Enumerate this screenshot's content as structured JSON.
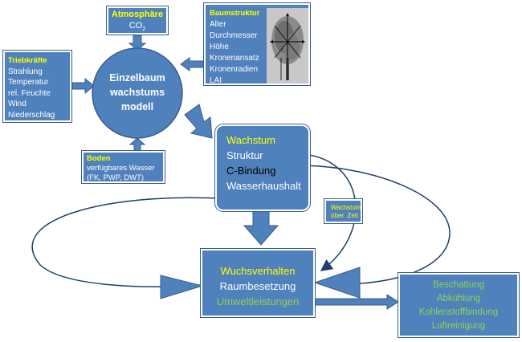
{
  "colors": {
    "box_fill": "#4f81bd",
    "box_border": "#385d8a",
    "header_yellow": "#ffff00",
    "green_text": "#92d050",
    "white_text": "#ffffff",
    "arrow_fill": "#4f81bd",
    "line": "#1f3f6e"
  },
  "atmosphere": {
    "title": "Atmosphäre",
    "co2_main": "CO",
    "co2_sub": "2"
  },
  "tree_structure": {
    "title": "Baumstruktur",
    "items": [
      "Alter",
      "Durchmesser",
      "Höhe",
      "Kronenansatz",
      "Kronenradien",
      "LAI"
    ]
  },
  "drivers": {
    "title": "Triebkräfte",
    "items": [
      "Strahlung",
      "Temperatur",
      "rel. Feuchte",
      "Wind",
      "Niederschlag"
    ]
  },
  "model": {
    "lines": [
      "Einzelbaum",
      "wachstums",
      "modell"
    ]
  },
  "soil": {
    "title": "Boden",
    "lines": [
      "verfügbares Wasser",
      "(FK, PWP, DWT)"
    ]
  },
  "growth": {
    "title": "Wachstum",
    "lines": [
      "Struktur",
      "C-Bindung",
      "Wasserhaushalt"
    ]
  },
  "growth_over_time": {
    "line1": "Wachstum",
    "line2": "über  Zeit"
  },
  "behavior": {
    "line1": "Wuchsverhalten",
    "line2": "Raumbesetzung",
    "line3": "Umweltleistungen"
  },
  "services": {
    "lines": [
      "Beschattung",
      "Abkühlung",
      "Kohlenstoffbindung",
      "Luftreinigung"
    ]
  },
  "icons": [
    "tree-photo-icon"
  ]
}
